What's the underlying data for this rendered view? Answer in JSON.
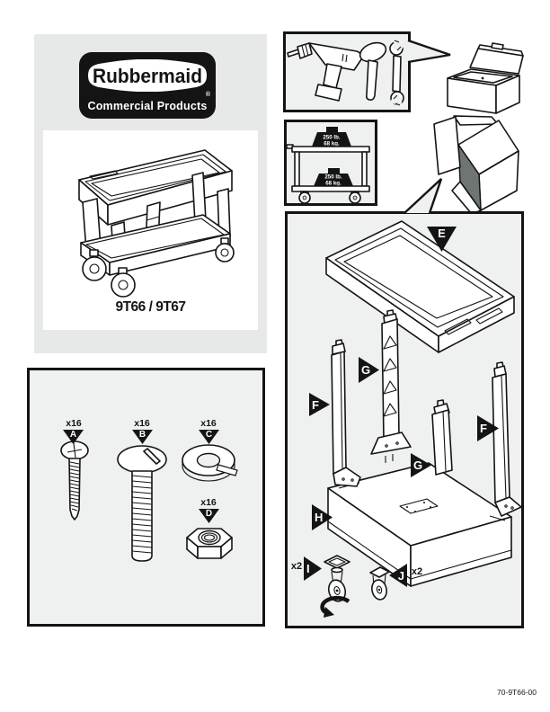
{
  "brand": {
    "name": "Rubbermaid",
    "registered": "®",
    "division": "Commercial Products"
  },
  "product": {
    "models": "9T66 / 9T67"
  },
  "doc": {
    "number": "70-9T66-00"
  },
  "capacity": {
    "top": {
      "pounds": "250 lb.",
      "kilograms": "68 kg."
    },
    "bottom": {
      "pounds": "250 lb.",
      "kilograms": "68 kg."
    }
  },
  "hardware": {
    "items": [
      {
        "letter": "A",
        "qty": "x16",
        "part": "phillips-screw"
      },
      {
        "letter": "B",
        "qty": "x16",
        "part": "truss-head-bolt"
      },
      {
        "letter": "C",
        "qty": "x16",
        "part": "lock-washer"
      },
      {
        "letter": "D",
        "qty": "x16",
        "part": "hex-nut"
      }
    ]
  },
  "assembly": {
    "callouts": {
      "top_tray": "E",
      "leg": "F",
      "center_post": "G",
      "base_tray": "H",
      "swivel_caster": "I",
      "swivel_caster_qty": "x2",
      "rigid_caster": "J",
      "rigid_caster_qty": "x2"
    }
  },
  "colors": {
    "ink": "#141414",
    "panel_gray": "#e7e9e8",
    "panel_light": "#eef1f0"
  }
}
